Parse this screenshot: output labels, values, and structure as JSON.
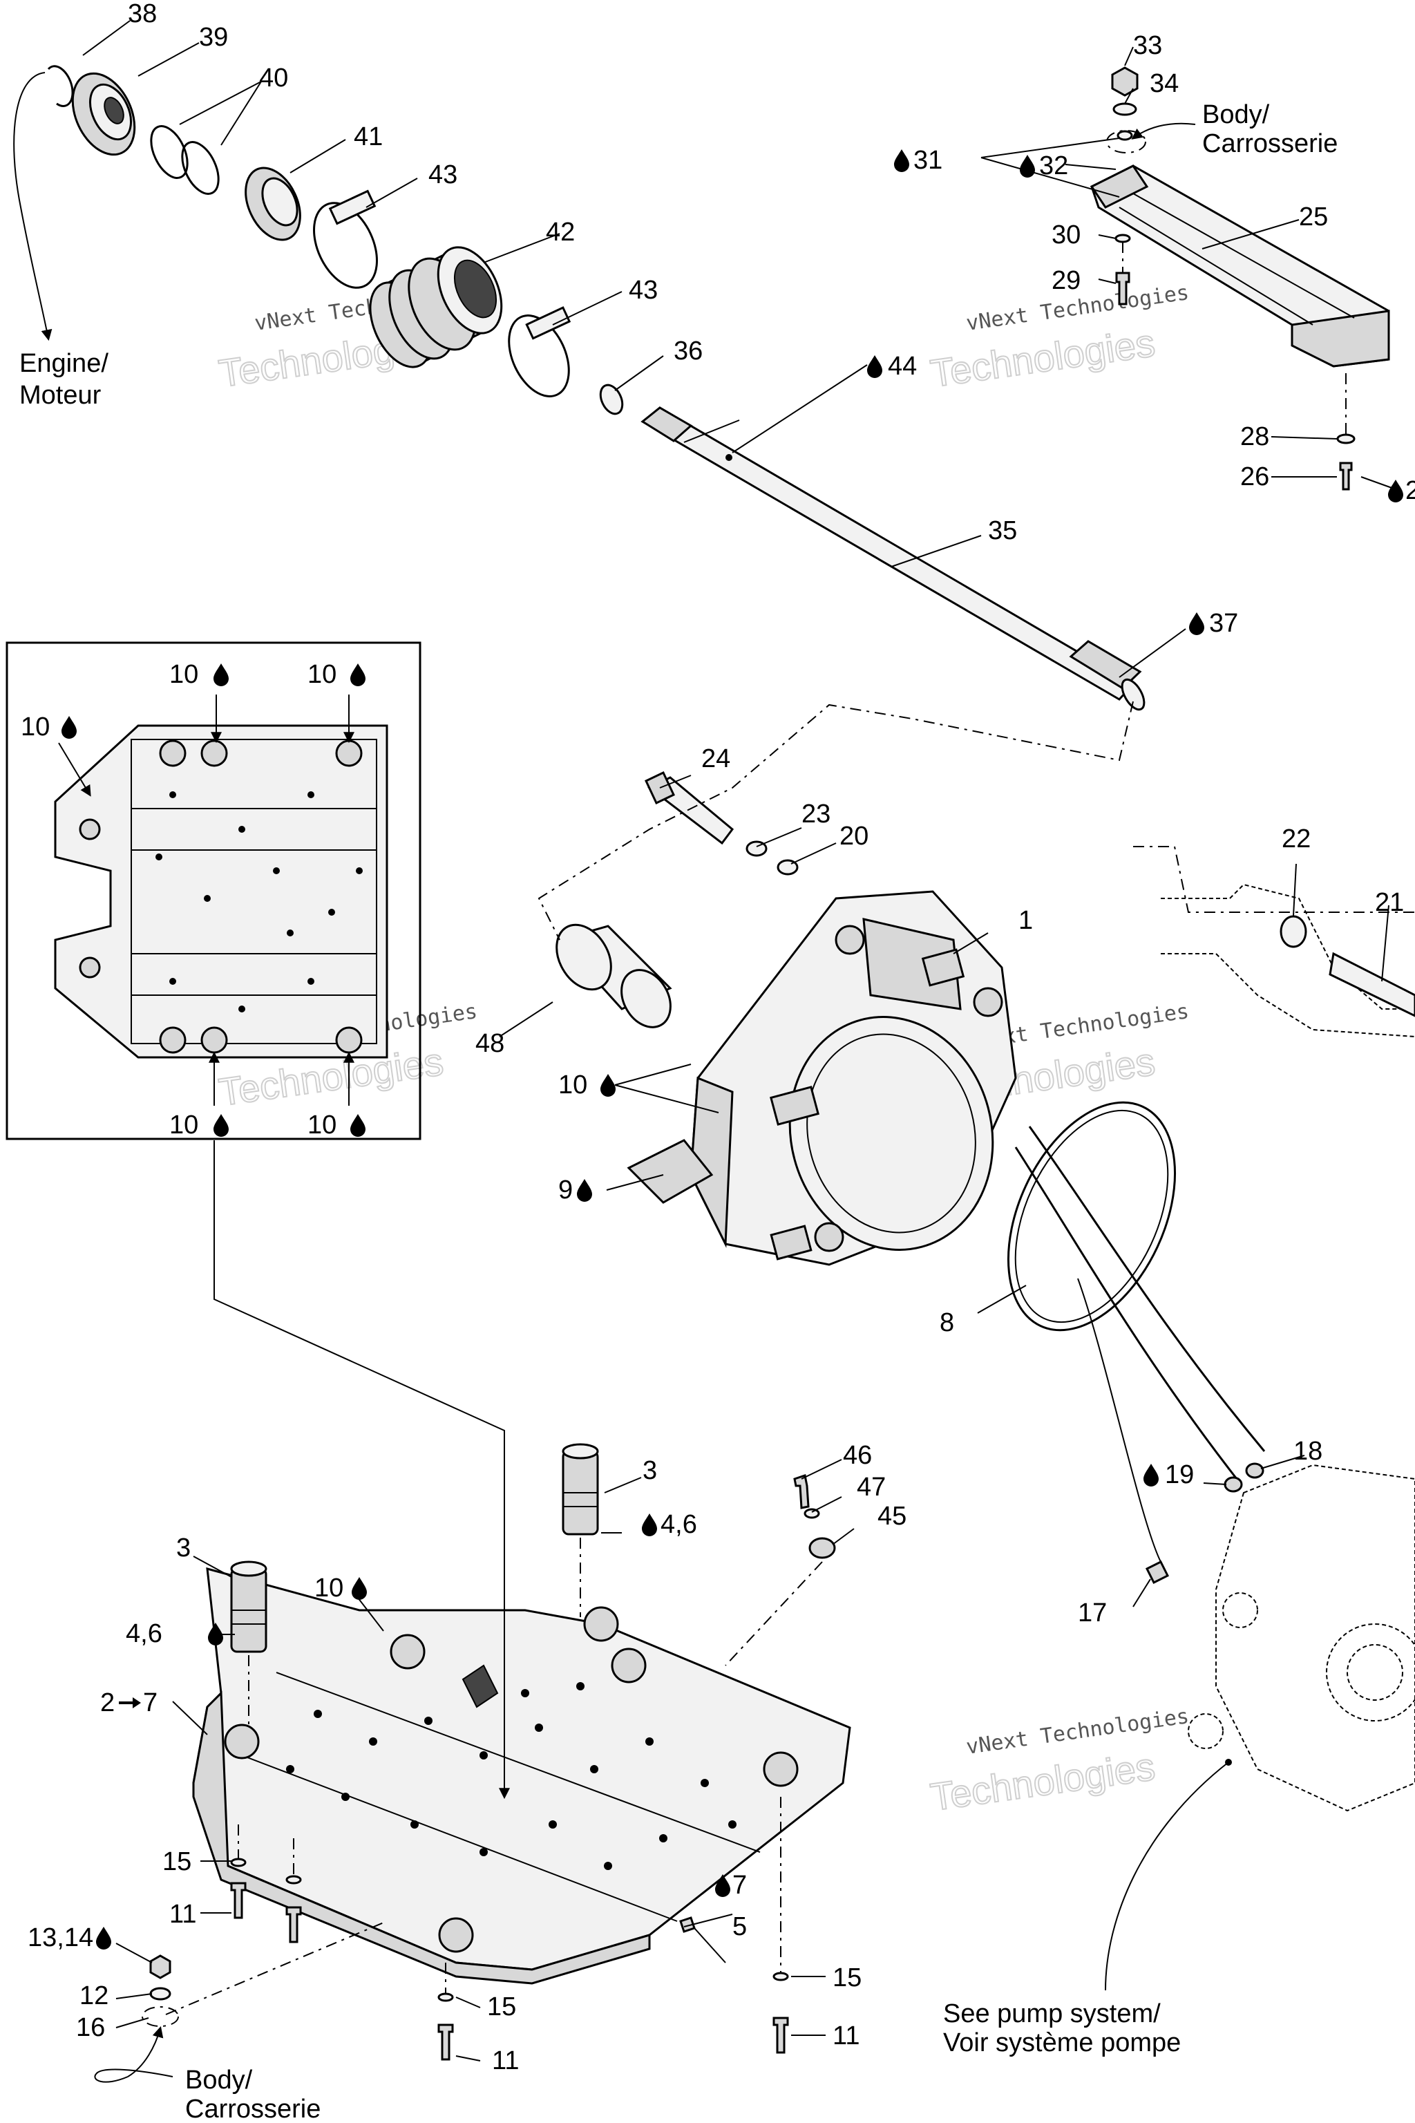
{
  "labels": {
    "p38": "38",
    "p39": "39",
    "p40": "40",
    "p41": "41",
    "p43a": "43",
    "p42": "42",
    "p43b": "43",
    "p36": "36",
    "p44": "44",
    "p35": "35",
    "p37": "37",
    "p33": "33",
    "p34": "34",
    "p31": "31",
    "p32": "32",
    "p25": "25",
    "p30": "30",
    "p29": "29",
    "p28": "28",
    "p26": "26",
    "p27": "2",
    "p10a": "10",
    "p10b": "10",
    "p10c": "10",
    "p10d": "10",
    "p10e": "10",
    "p24": "24",
    "p23": "23",
    "p20": "20",
    "p22": "22",
    "p21": "21",
    "p1": "1",
    "p48": "48",
    "p10f": "10",
    "p9": "9",
    "p8": "8",
    "p46": "46",
    "p47": "47",
    "p45": "45",
    "p3a": "3",
    "p46b": "4,6",
    "p3b": "3",
    "p46c": "4,6",
    "p10g": "10",
    "p2to7": "2",
    "p2to7b": "7",
    "p19": "19",
    "p18": "18",
    "p17": "17",
    "p15a": "15",
    "p11a": "11",
    "p7b": "7",
    "p5": "5",
    "p1314": "13,14",
    "p12": "12",
    "p16": "16",
    "p15b": "15",
    "p11b": "11",
    "p15c": "15",
    "p11c": "11"
  },
  "callouts": {
    "engine_line1": "Engine/",
    "engine_line2": "Moteur",
    "body_top_line1": "Body/",
    "body_top_line2": "Carrosserie",
    "body_bottom_line1": "Body/",
    "body_bottom_line2": "Carrosserie",
    "pump_line1": "See pump system/",
    "pump_line2": "Voir système pompe"
  },
  "watermark": {
    "line1": "vNext Technologies",
    "line2": "Technologies"
  },
  "icons": {
    "drop": "oil-drop-icon",
    "arrow": "arrow-right-icon"
  }
}
